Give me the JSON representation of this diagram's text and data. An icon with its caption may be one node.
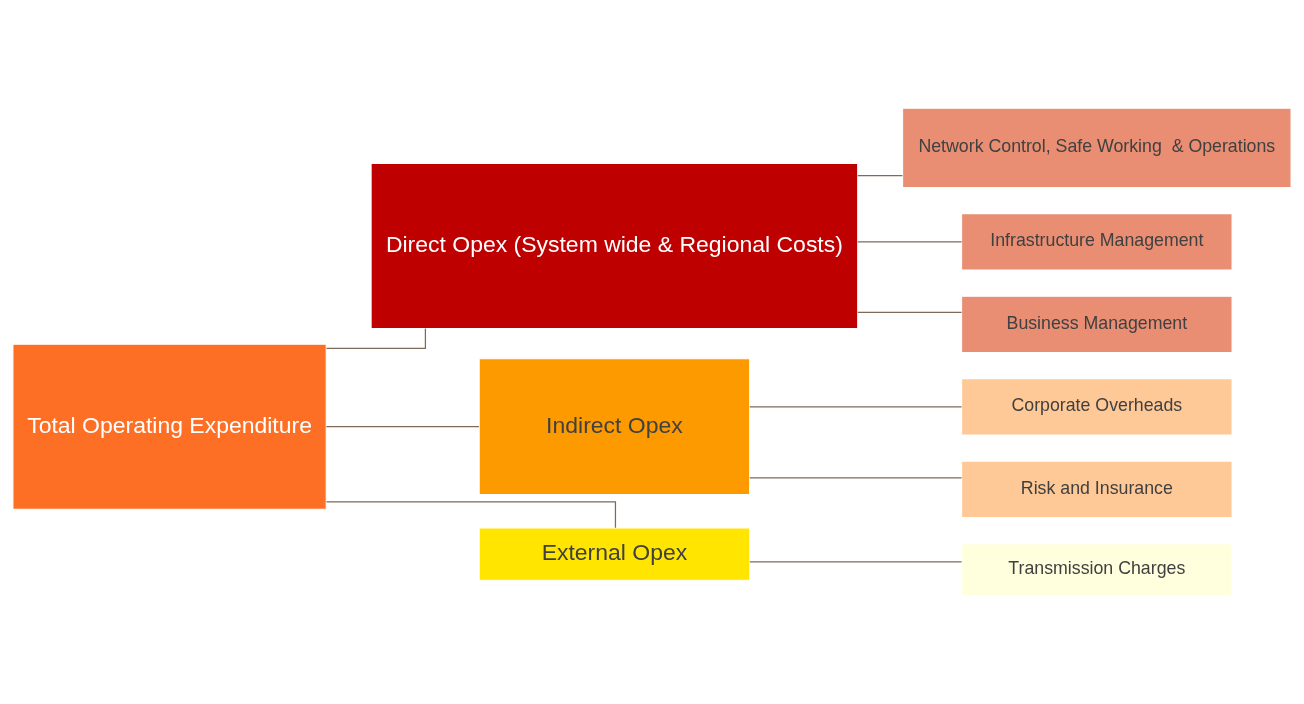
{
  "diagram": {
    "nodes": [
      {
        "text": [
          "Total Operating Expenditure"
        ]
      },
      {
        "text": [
          "Direct Opex (System wide & Regional Costs)"
        ]
      },
      {
        "text": [
          "Network Control, Safe Working  & Operations"
        ]
      },
      {
        "text": [
          "Infrastructure Management"
        ]
      },
      {
        "text": [
          "Business Management"
        ]
      },
      {
        "text": [
          "Indirect Opex"
        ]
      },
      {
        "text": [
          "Corporate Overheads"
        ]
      },
      {
        "text": [
          "Risk and Insurance"
        ]
      },
      {
        "text": [
          "External Opex"
        ]
      },
      {
        "text": [
          "Transmission Charges"
        ]
      }
    ],
    "edges": [
      {
        "from": 0,
        "to": 1,
        "arrow": "none"
      },
      {
        "from": 0,
        "to": 5,
        "arrow": "none"
      },
      {
        "from": 0,
        "to": 8,
        "arrow": "none"
      },
      {
        "from": 1,
        "to": 2,
        "arrow": "none"
      },
      {
        "from": 1,
        "to": 3,
        "arrow": "none"
      },
      {
        "from": 1,
        "to": 4,
        "arrow": "none"
      },
      {
        "from": 5,
        "to": 6,
        "arrow": "none"
      },
      {
        "from": 5,
        "to": 7,
        "arrow": "none"
      },
      {
        "from": 8,
        "to": 9,
        "arrow": "none"
      }
    ]
  }
}
